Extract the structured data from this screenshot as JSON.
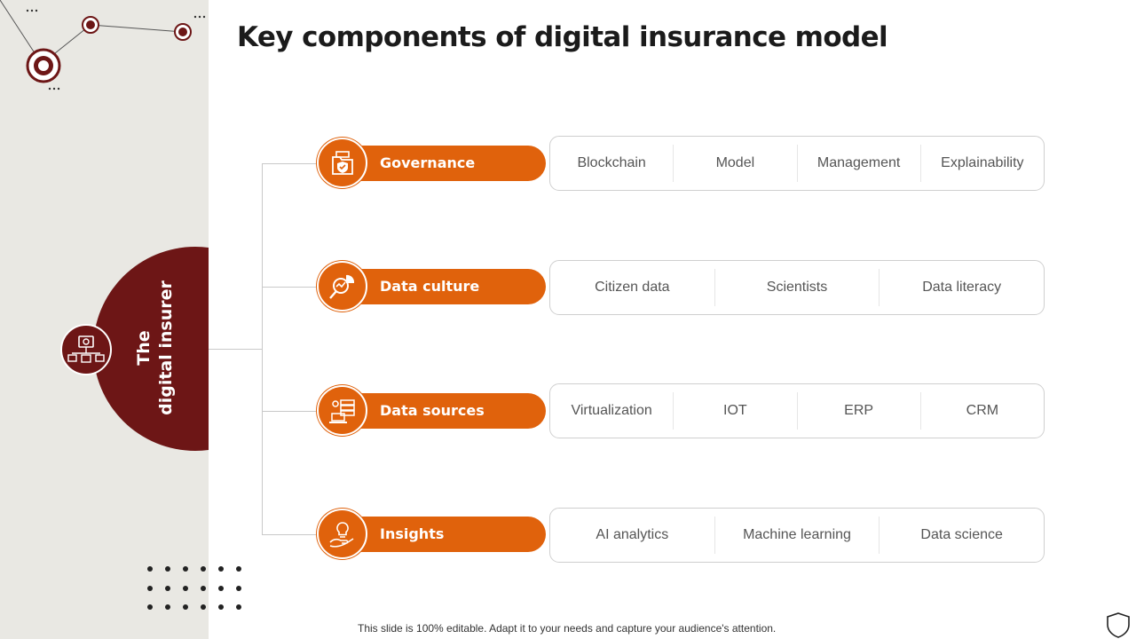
{
  "slide": {
    "title": "Key components of digital insurance model",
    "center_label": [
      "The",
      "digital insurer"
    ],
    "components": [
      {
        "label": "Governance",
        "icon": "shield-folder-icon",
        "items": [
          "Blockchain",
          "Model",
          "Management",
          "Explainability"
        ]
      },
      {
        "label": "Data culture",
        "icon": "analytics-pie-icon",
        "items": [
          "Citizen data",
          "Scientists",
          "Data literacy"
        ]
      },
      {
        "label": "Data sources",
        "icon": "server-laptop-icon",
        "items": [
          "Virtualization",
          "IOT",
          "ERP",
          "CRM"
        ]
      },
      {
        "label": "Insights",
        "icon": "lightbulb-hand-icon",
        "items": [
          "AI analytics",
          "Machine learning",
          "Data science"
        ]
      }
    ],
    "footer": "This slide is 100% editable. Adapt it to your needs and capture your audience's attention."
  },
  "colors": {
    "accent_orange": "#e0620c",
    "accent_maroon": "#6d1616",
    "left_panel": "#e9e8e3"
  }
}
